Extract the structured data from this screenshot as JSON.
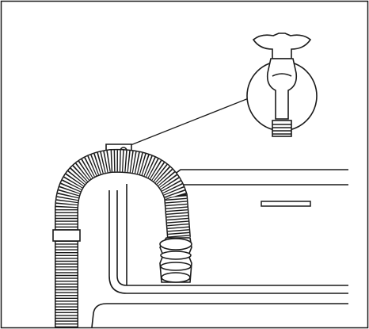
{
  "illustration": {
    "components": [
      {
        "name": "water-tap",
        "icon": "water-tap-icon"
      },
      {
        "name": "hose-clip",
        "icon": "hose-clip-icon"
      },
      {
        "name": "drain-hose",
        "icon": "corrugated-hose-icon"
      },
      {
        "name": "washing-machine-top",
        "icon": "appliance-top-icon"
      }
    ],
    "colors": {
      "stroke": "#1a1a1a",
      "fill": "#ffffff",
      "shade": "#d8d8d8"
    }
  }
}
